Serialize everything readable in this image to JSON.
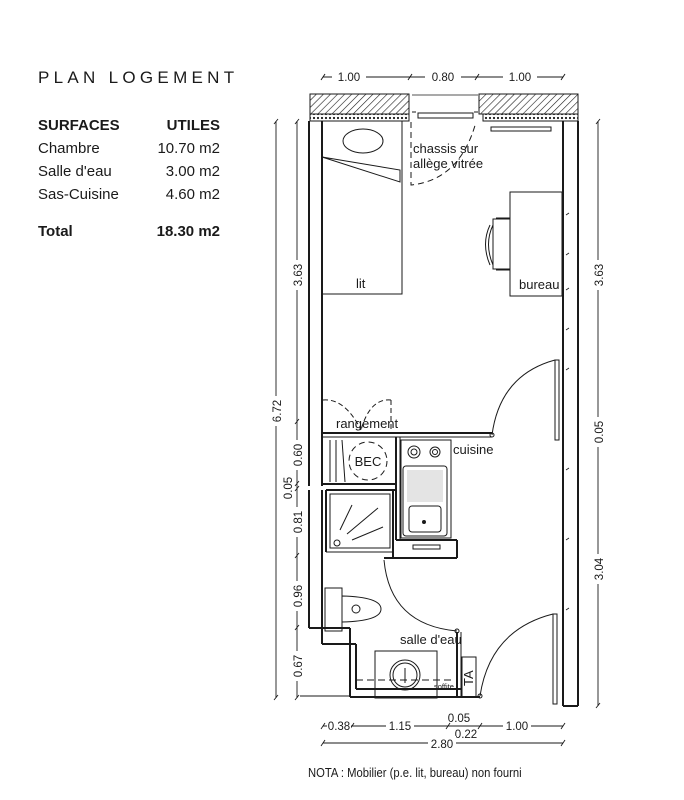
{
  "header": {
    "title": "PLAN LOGEMENT"
  },
  "surfaces": {
    "col_label": "SURFACES",
    "col_value": "UTILES",
    "rows": [
      {
        "label": "Chambre",
        "value": "10.70 m2"
      },
      {
        "label": "Salle d'eau",
        "value": "3.00 m2"
      },
      {
        "label": "Sas-Cuisine",
        "value": "4.60 m2"
      }
    ],
    "total": {
      "label": "Total",
      "value": "18.30 m2"
    }
  },
  "plan": {
    "rooms": {
      "chassis_line1": "chassis sur",
      "chassis_line2": "allège vitrée",
      "lit": "lit",
      "bureau": "bureau",
      "rangement": "rangement",
      "bec": "BEC",
      "cuisine": "cuisine",
      "salle_deau": "salle d'eau",
      "soffite": "soffite",
      "ta": "TA"
    },
    "dimensions": {
      "top": [
        "1.00",
        "0.80",
        "1.00"
      ],
      "left_outer": "6.72",
      "left_inner": [
        "3.63",
        "0.60",
        "0.05",
        "0.81",
        "0.96",
        "0.67"
      ],
      "right": [
        "3.63",
        "0.05",
        "3.04"
      ],
      "bottom": [
        "0.38",
        "1.15",
        "0.05",
        "0.22",
        "1.00"
      ],
      "bottom_total": "2.80"
    },
    "colors": {
      "line": "#1a1a1a",
      "background": "#ffffff"
    }
  },
  "note": "NOTA : Mobilier (p.e. lit, bureau) non fourni"
}
